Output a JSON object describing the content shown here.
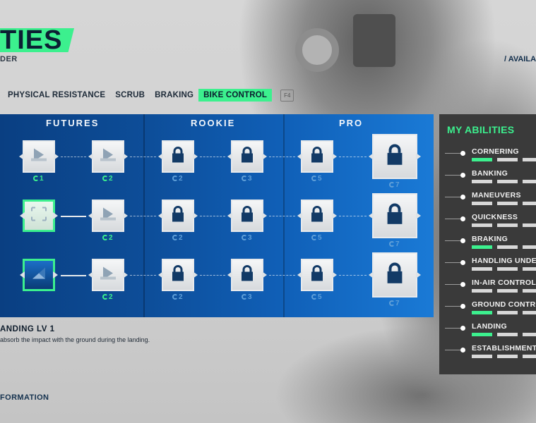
{
  "header": {
    "title": "TIES",
    "subtitle": "DER",
    "available": "/ AVAILA"
  },
  "tabs": [
    {
      "label": "PHYSICAL RESISTANCE",
      "active": false
    },
    {
      "label": "SCRUB",
      "active": false
    },
    {
      "label": "BRAKING",
      "active": false
    },
    {
      "label": "BIKE CONTROL",
      "active": true
    }
  ],
  "tab_key_hint": "F4",
  "tree": {
    "columns": [
      "FUTURES",
      "ROOKIE",
      "PRO"
    ],
    "rows": [
      [
        "1",
        "2",
        "2",
        "3",
        "5",
        "7"
      ],
      [
        "",
        "2",
        "2",
        "3",
        "5",
        "7"
      ],
      [
        "",
        "2",
        "2",
        "3",
        "5",
        "7"
      ]
    ]
  },
  "description": {
    "title": "ANDING LV 1",
    "text": "absorb the impact with the ground during the landing."
  },
  "footer_link": "FORMATION",
  "abilities": {
    "title": "MY ABILITIES",
    "items": [
      {
        "name": "CORNERING",
        "level": 1
      },
      {
        "name": "BANKING",
        "level": 0
      },
      {
        "name": "MANEUVERS",
        "level": 0
      },
      {
        "name": "QUICKNESS",
        "level": 0
      },
      {
        "name": "BRAKING",
        "level": 1
      },
      {
        "name": "HANDLING UNDER",
        "level": 0
      },
      {
        "name": "IN-AIR CONTROL",
        "level": 0
      },
      {
        "name": "GROUND CONTROL",
        "level": 1
      },
      {
        "name": "LANDING",
        "level": 1
      },
      {
        "name": "ESTABLISHMENT",
        "level": 0
      }
    ]
  },
  "colors": {
    "accent": "#3cf08e",
    "panel_blue": "#0d4d98",
    "abilities_bg": "#3a3a3a"
  }
}
